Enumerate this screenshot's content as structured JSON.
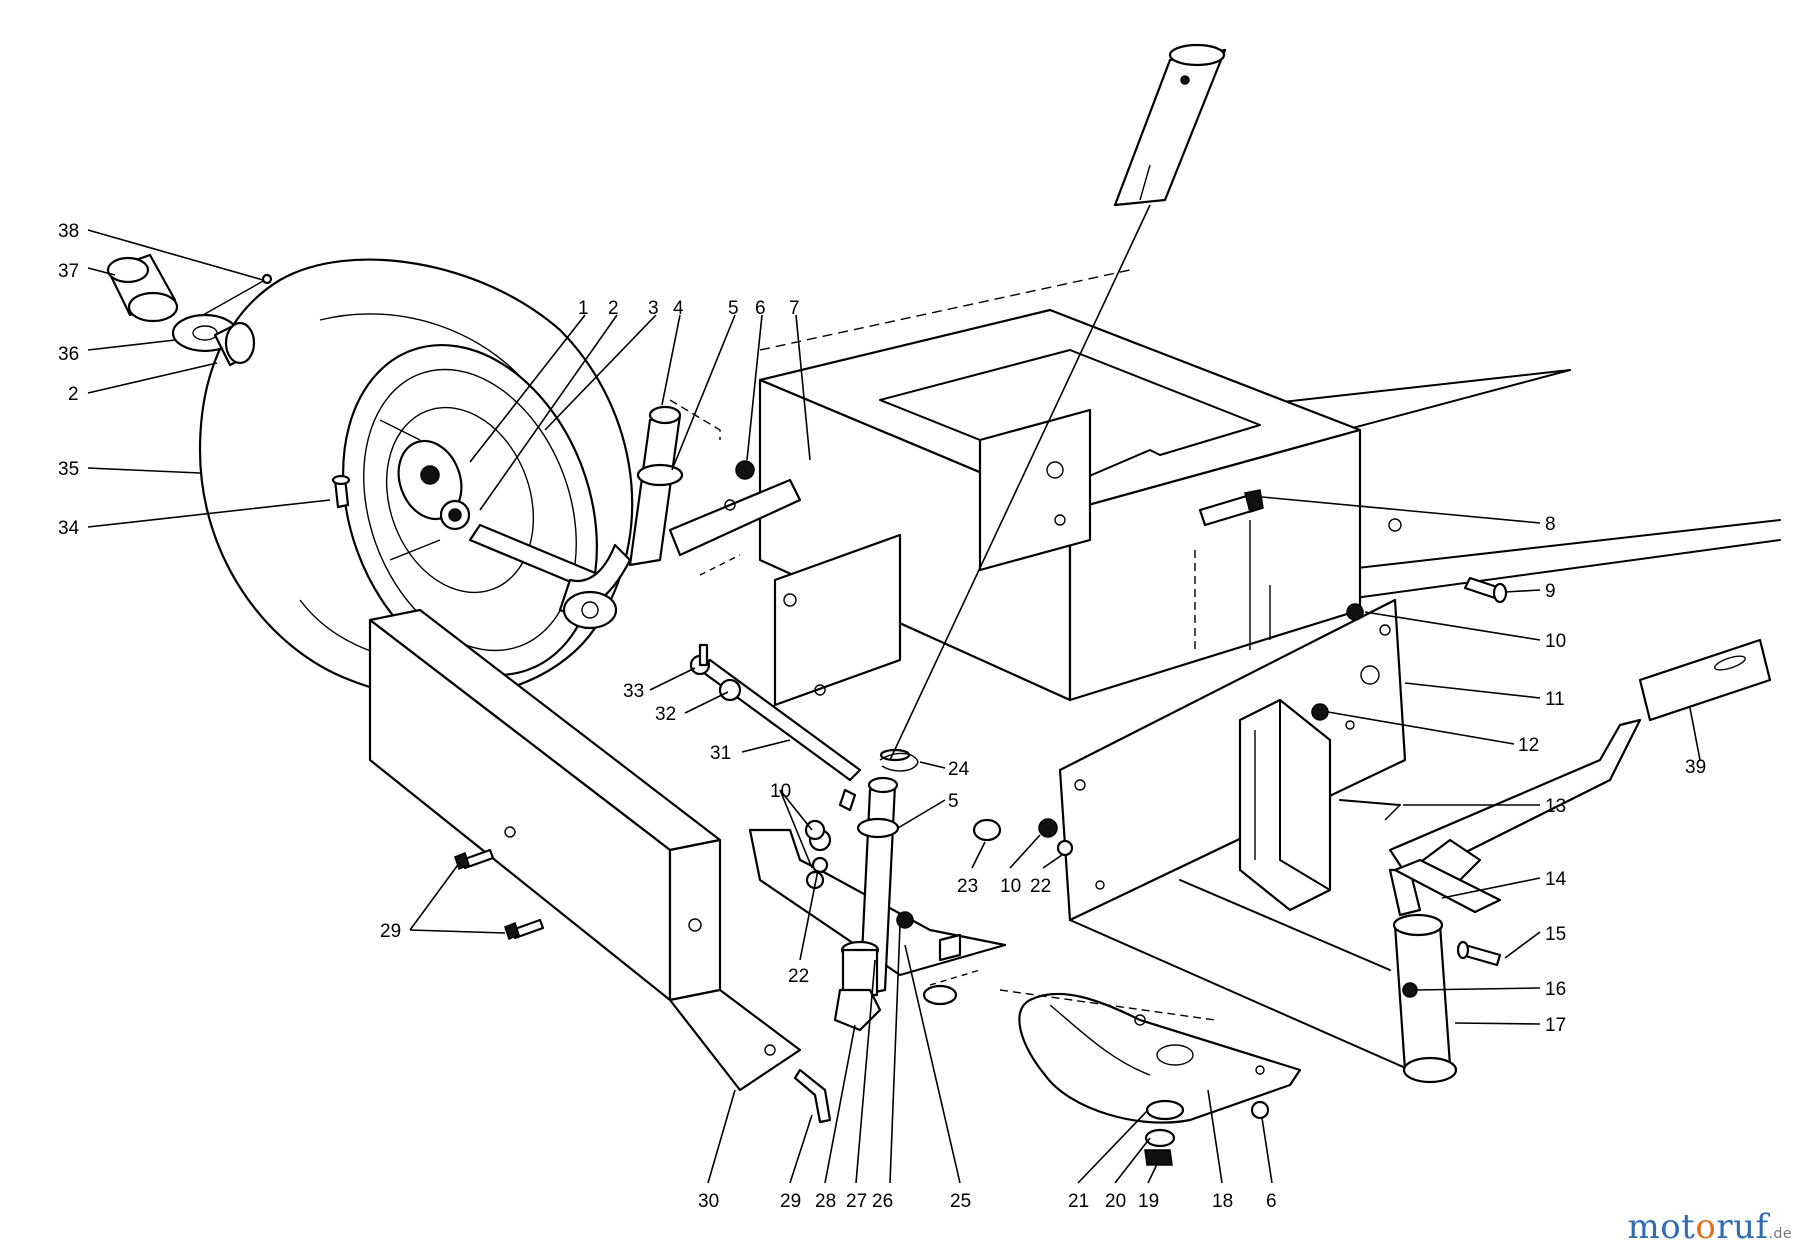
{
  "diagram": {
    "callouts": [
      "1",
      "2",
      "3",
      "4",
      "5",
      "6",
      "7",
      "8",
      "9",
      "10",
      "11",
      "12",
      "13",
      "14",
      "15",
      "16",
      "17",
      "18",
      "19",
      "20",
      "21",
      "22",
      "23",
      "24",
      "25",
      "26",
      "27",
      "28",
      "29",
      "30",
      "31",
      "32",
      "33",
      "34",
      "35",
      "36",
      "37",
      "38",
      "39"
    ]
  },
  "watermark": {
    "part1": "mot",
    "part2": "o",
    "part3": "ruf",
    "tld": ".de"
  }
}
